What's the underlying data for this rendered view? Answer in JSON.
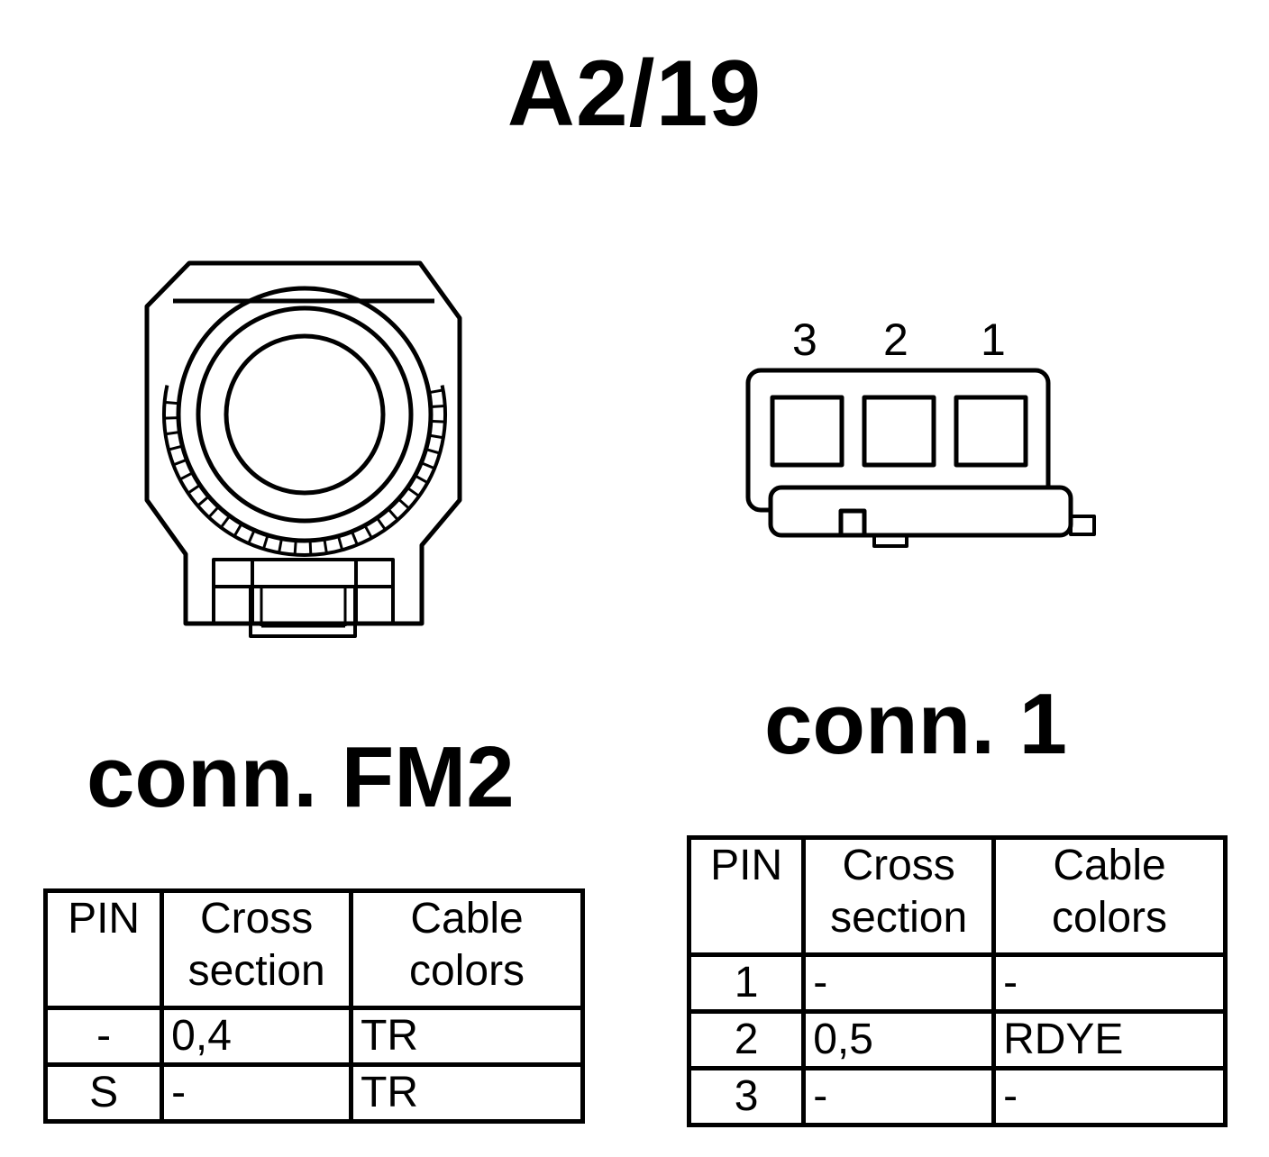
{
  "title": "A2/19",
  "fm2": {
    "title": "conn. FM2",
    "headers": {
      "pin": "PIN",
      "cross_1": "Cross",
      "cross_2": "section",
      "colors_1": "Cable",
      "colors_2": "colors"
    },
    "rows": [
      {
        "pin": "-",
        "cross": "0,4",
        "color": "TR"
      },
      {
        "pin": "S",
        "cross": "-",
        "color": "TR"
      }
    ]
  },
  "conn1": {
    "title": "conn. 1",
    "pin_labels": [
      "3",
      "2",
      "1"
    ],
    "headers": {
      "pin": "PIN",
      "cross_1": "Cross",
      "cross_2": "section",
      "colors_1": "Cable",
      "colors_2": "colors"
    },
    "rows": [
      {
        "pin": "1",
        "cross": "-",
        "color": "-"
      },
      {
        "pin": "2",
        "cross": "0,5",
        "color": "RDYE"
      },
      {
        "pin": "3",
        "cross": "-",
        "color": "-"
      }
    ]
  }
}
